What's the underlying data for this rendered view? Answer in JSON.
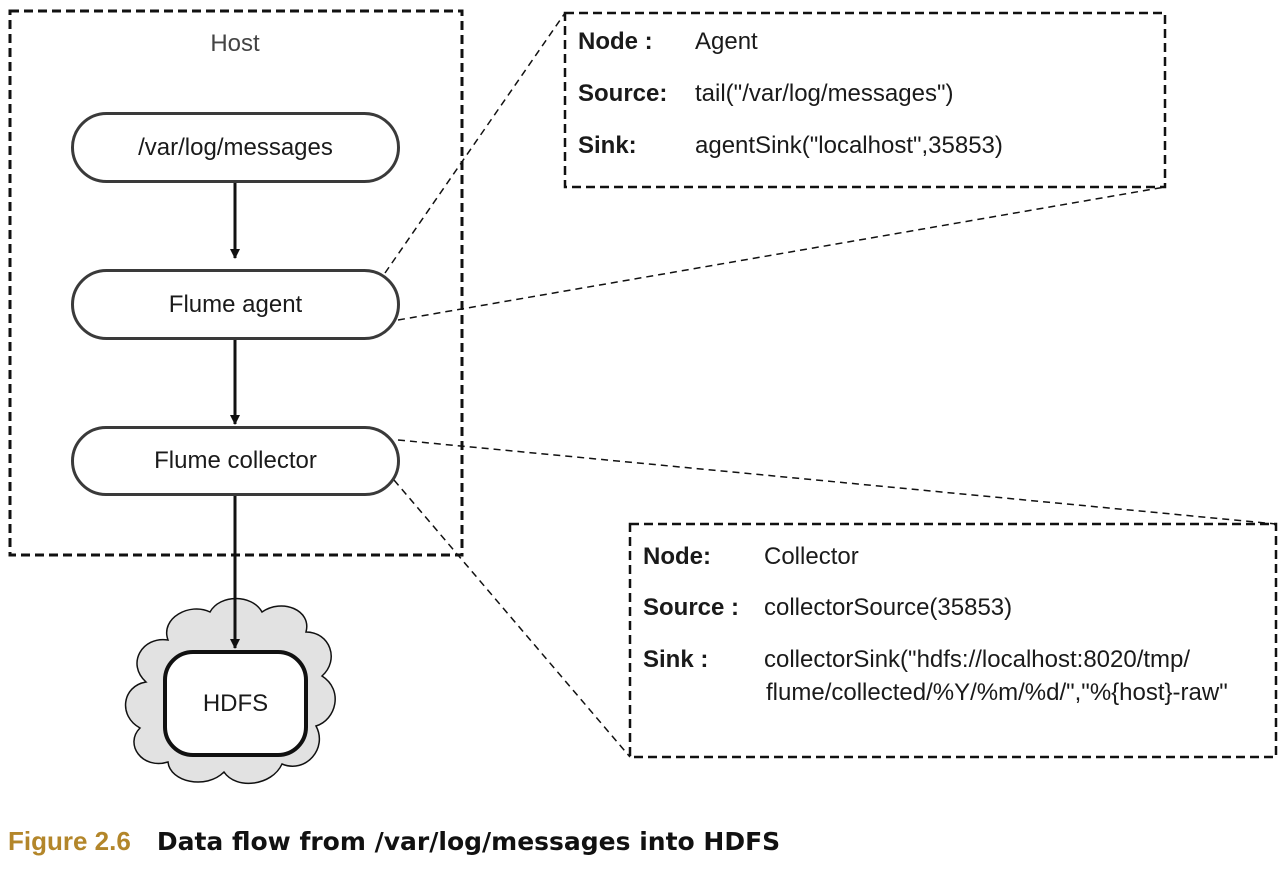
{
  "host": {
    "label": "Host"
  },
  "nodes": {
    "messages": "/var/log/messages",
    "agent": "Flume agent",
    "collector": "Flume collector",
    "hdfs": "HDFS"
  },
  "agent_details": {
    "node_key": "Node :",
    "node_value": "Agent",
    "source_key": "Source:",
    "source_value": "tail(\"/var/log/messages\")",
    "sink_key": "Sink:",
    "sink_value": "agentSink(\"localhost\",35853)"
  },
  "collector_details": {
    "node_key": "Node:",
    "node_value": "Collector",
    "source_key": "Source :",
    "source_value": "collectorSource(35853)",
    "sink_key": "Sink :",
    "sink_value_line1": "collectorSink(\"hdfs://localhost:8020/tmp/",
    "sink_value_line2": "flume/collected/%Y/%m/%d/\",\"%{host}-raw\""
  },
  "caption": {
    "number": "Figure 2.6",
    "title": "Data flow from /var/log/messages into HDFS"
  }
}
